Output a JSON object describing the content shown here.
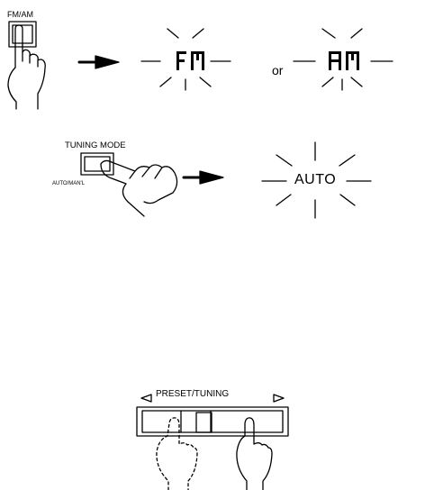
{
  "labels": {
    "fm_am_button": "FM/AM",
    "or_text": "or",
    "tuning_mode": "TUNING MODE",
    "auto_manual": "AUTO/MAN'L",
    "auto_display": "AUTO",
    "preset_tuning": "PRESET/TUNING"
  },
  "displays": {
    "fm_segment": "FM",
    "am_segment": "AM"
  },
  "icons": [
    "hand-pointing-icon",
    "right-arrow-icon",
    "sparkle-rays-icon",
    "left-triangle-icon",
    "right-triangle-icon",
    "dashed-hand-icon"
  ]
}
